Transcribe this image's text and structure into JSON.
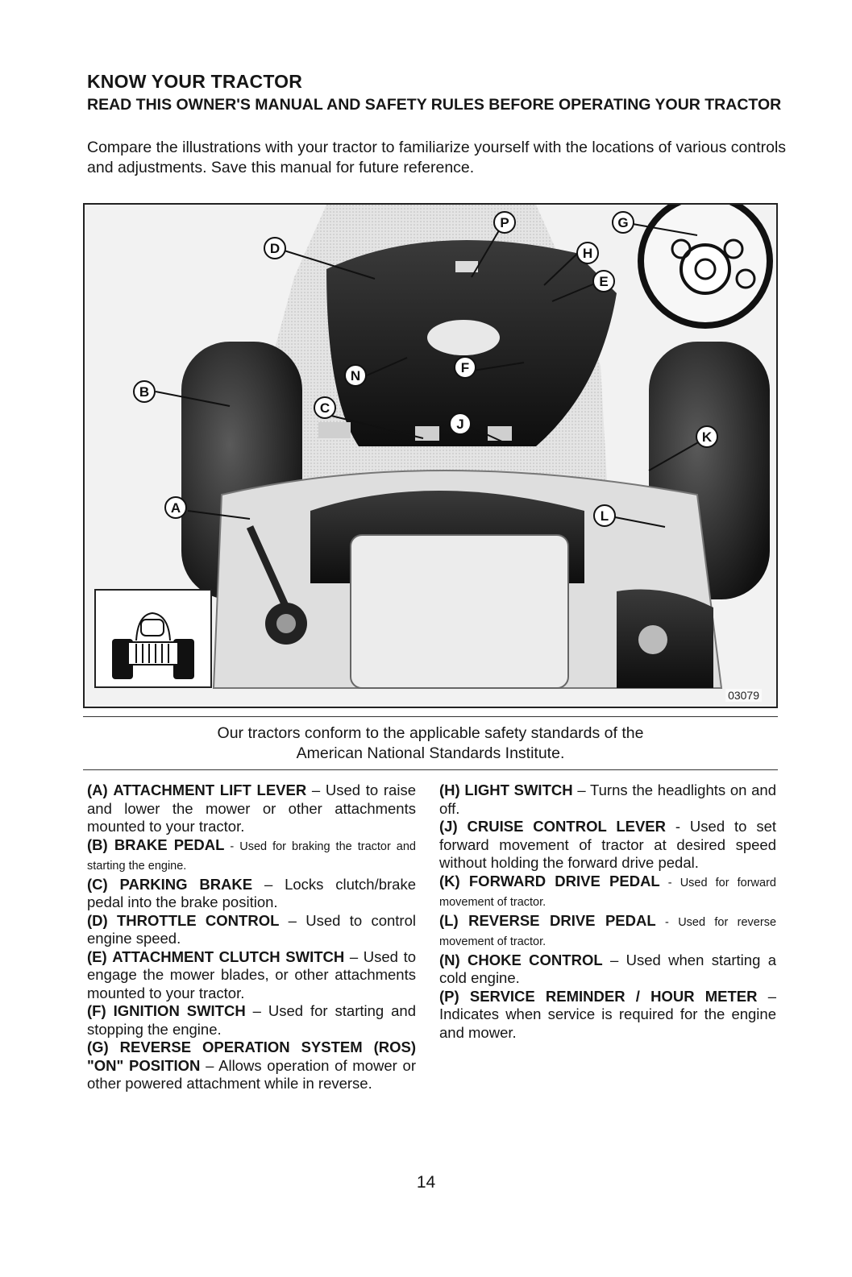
{
  "header": {
    "title": "KNOW YOUR TRACTOR",
    "subtitle": "READ THIS OWNER'S MANUAL AND SAFETY RULES BEFORE OPERATING YOUR TRACTOR",
    "intro": "Compare the illustrations with your tractor to familiarize yourself with the locations of various controls and adjustments. Save this manual for future reference."
  },
  "figure": {
    "id": "03079",
    "callouts": [
      "P",
      "G",
      "D",
      "H",
      "E",
      "B",
      "N",
      "F",
      "C",
      "J",
      "K",
      "A",
      "L"
    ]
  },
  "caption": {
    "line1": "Our tractors conform to the applicable safety standards of the",
    "line2": "American National Standards Institute."
  },
  "controls_left": [
    {
      "key": "(A)",
      "title": "ATTACHMENT LIFT LEVER",
      "desc": " – Used to raise and lower the mower or other attachments mounted to your tractor."
    },
    {
      "key": "(B)",
      "title": "BRAKE PEDAL",
      "desc": " - Used for braking the tractor and starting the engine."
    },
    {
      "key": "(C)",
      "title": "PARKING BRAKE",
      "desc": " – Locks clutch/brake pedal into the brake position."
    },
    {
      "key": "(D)",
      "title": "THROTTLE CONTROL",
      "desc": " – Used to control engine speed."
    },
    {
      "key": "(E)",
      "title": "ATTACHMENT CLUTCH SWITCH",
      "desc": " – Used to engage the mower blades, or other attachments mounted to your tractor."
    },
    {
      "key": "(F)",
      "title": "IGNITION SWITCH",
      "desc": " – Used for starting and stopping the engine."
    },
    {
      "key": "(G)",
      "title": "REVERSE OPERATION SYSTEM (ROS) \"ON\" POSITION",
      "desc": " – Allows operation of mower or other powered attachment while in reverse."
    }
  ],
  "controls_right": [
    {
      "key": "(H)",
      "title": "LIGHT SWITCH",
      "desc": " – Turns the headlights on and off."
    },
    {
      "key": "(J)",
      "title": "CRUISE CONTROL LEVER",
      "desc": " - Used to set forward movement of tractor at desired speed without holding the forward drive pedal."
    },
    {
      "key": "(K)",
      "title": "FORWARD DRIVE PEDAL",
      "desc": " - Used for forward movement of tractor."
    },
    {
      "key": "(L)",
      "title": "REVERSE DRIVE PEDAL",
      "desc": " - Used for reverse movement of tractor."
    },
    {
      "key": "(N)",
      "title": "CHOKE CONTROL",
      "desc": " – Used when starting a cold engine."
    },
    {
      "key": "(P)",
      "title": "SERVICE REMINDER / HOUR METER",
      "desc": " – Indicates when service is required for the engine and mower."
    }
  ],
  "page_number": "14"
}
